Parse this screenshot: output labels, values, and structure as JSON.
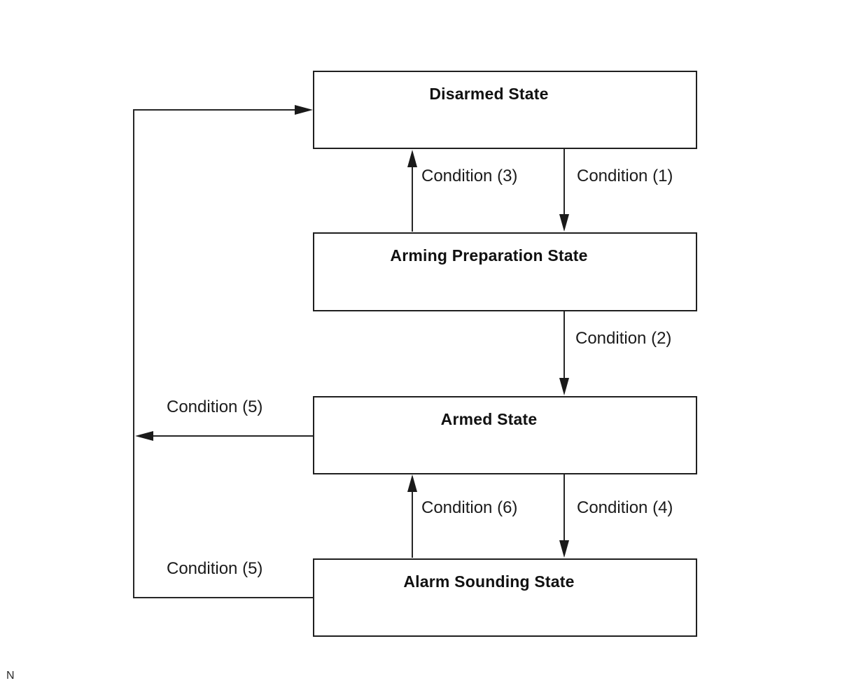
{
  "diagram": {
    "type": "state-transition-diagram",
    "states": [
      {
        "id": "disarmed",
        "label": "Disarmed State"
      },
      {
        "id": "arming-preparation",
        "label": "Arming Preparation State"
      },
      {
        "id": "armed",
        "label": "Armed State"
      },
      {
        "id": "alarm-sounding",
        "label": "Alarm Sounding State"
      }
    ],
    "transitions": [
      {
        "label": "Condition (1)",
        "from": "Disarmed State",
        "to": "Arming Preparation State",
        "direction": "down"
      },
      {
        "label": "Condition (2)",
        "from": "Arming Preparation State",
        "to": "Armed State",
        "direction": "down"
      },
      {
        "label": "Condition (3)",
        "from": "Arming Preparation State",
        "to": "Disarmed State",
        "direction": "up"
      },
      {
        "label": "Condition (4)",
        "from": "Armed State",
        "to": "Alarm Sounding State",
        "direction": "down"
      },
      {
        "label": "Condition (5)",
        "from": "Armed State",
        "to": "Disarmed State",
        "direction": "left-loop"
      },
      {
        "label": "Condition (5)",
        "from": "Alarm Sounding State",
        "to": "Disarmed State",
        "direction": "left-loop"
      },
      {
        "label": "Condition (6)",
        "from": "Alarm Sounding State",
        "to": "Armed State",
        "direction": "up"
      }
    ],
    "footnote": "N",
    "colors": {
      "background": "#ffffff",
      "line": "#262626",
      "box_border": "#1f1f1f",
      "text": "#1b1b1b"
    }
  }
}
